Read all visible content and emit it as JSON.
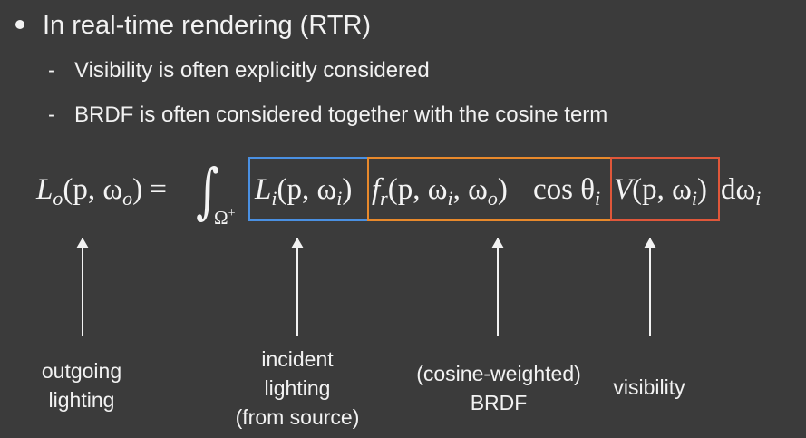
{
  "bullets": {
    "main": "In real-time rendering (RTR)",
    "subs": [
      "Visibility is often explicitly considered",
      "BRDF is often considered together with the cosine term"
    ],
    "dash": "-"
  },
  "formula": {
    "lhs": "L",
    "lhs_sub": "o",
    "lhs_args": "(p, ω",
    "lhs_args_sub": "o",
    "lhs_close": ") =",
    "integral_sign": "∫",
    "integral_domain": "Ω",
    "integral_domain_sup": "+",
    "incident_term": "L",
    "incident_sub": "i",
    "incident_args": "(p, ω",
    "incident_args_sub": "i",
    "incident_close": ")",
    "brdf_term": "f",
    "brdf_sub": "r",
    "brdf_args": "(p, ω",
    "brdf_args_sub1": "i",
    "brdf_args_mid": ", ω",
    "brdf_args_sub2": "o",
    "brdf_close": ")",
    "cos_term": "cos θ",
    "cos_sub": "i",
    "visibility_term": "V",
    "visibility_args": "(p, ω",
    "visibility_args_sub": "i",
    "visibility_close": ")",
    "differential": "dω",
    "differential_sub": "i"
  },
  "boxes": {
    "incident_color": "#4a90e2",
    "brdf_color": "#e8892b",
    "visibility_color": "#e0573a"
  },
  "labels": {
    "outgoing": [
      "outgoing",
      "lighting"
    ],
    "incident": [
      "incident",
      "lighting",
      "(from source)"
    ],
    "brdf": [
      "(cosine-weighted)",
      "BRDF"
    ],
    "visibility": [
      "visibility"
    ]
  }
}
